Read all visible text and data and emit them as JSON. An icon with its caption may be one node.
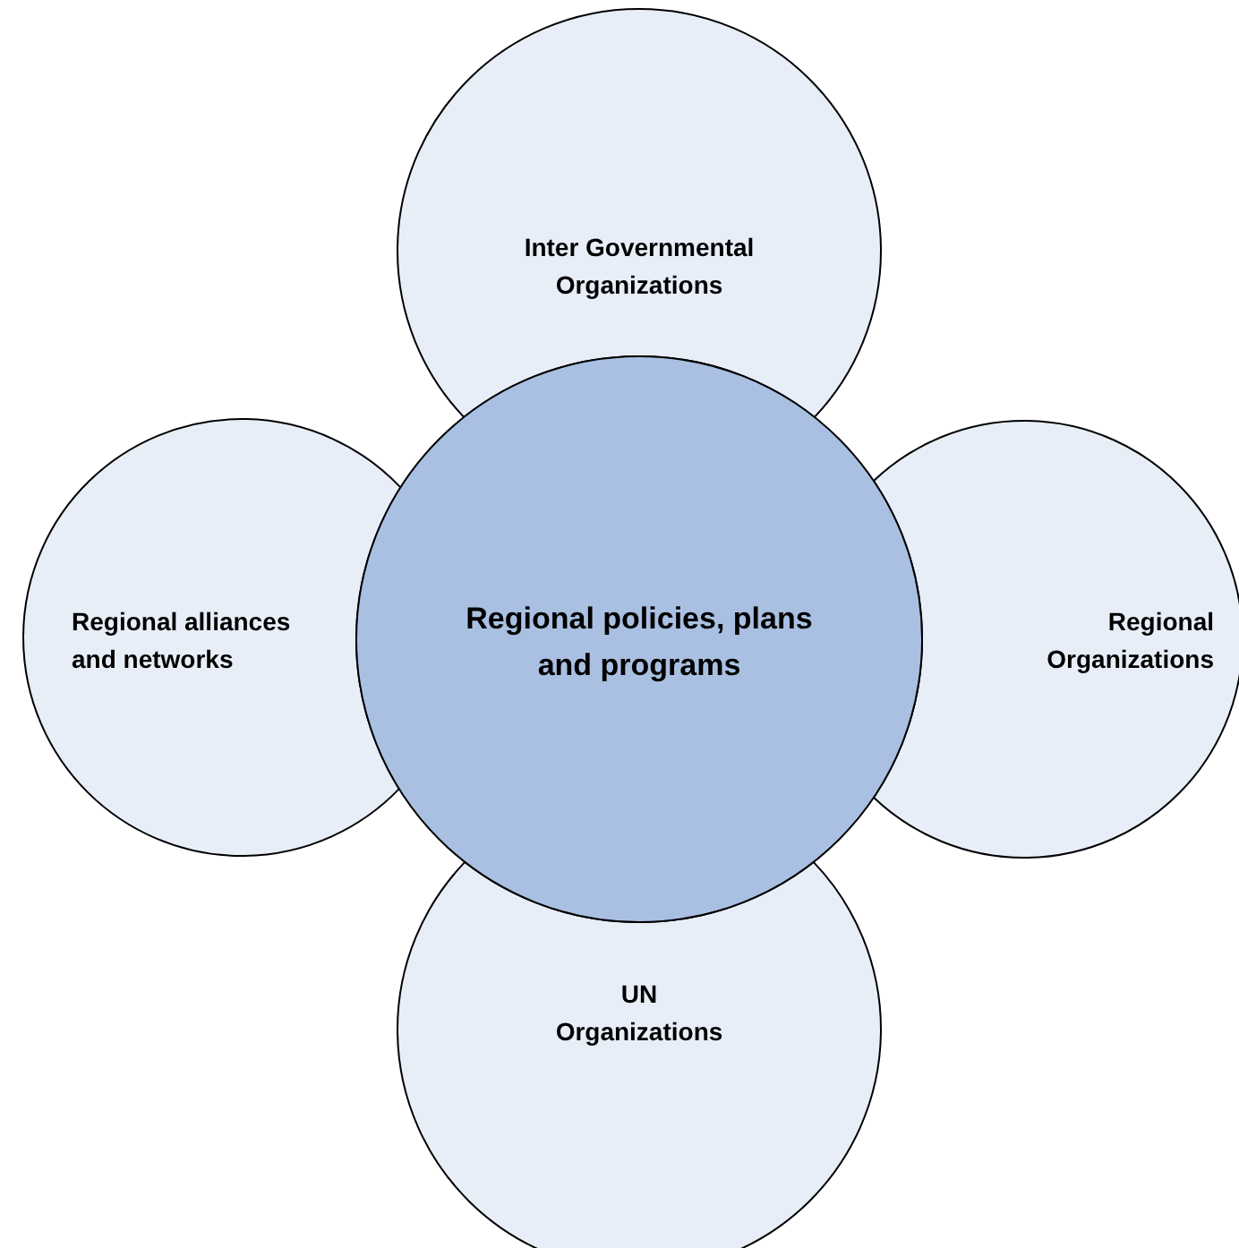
{
  "diagram": {
    "nodes": [
      {
        "text": [
          "Inter Governmental Organizations"
        ]
      },
      {
        "text": [
          "Regional alliances and networks"
        ]
      },
      {
        "text": [
          "Regional policies, plans and programs"
        ]
      },
      {
        "text": [
          "Regional Organizations"
        ]
      },
      {
        "text": [
          "UN Organizations"
        ]
      }
    ]
  }
}
